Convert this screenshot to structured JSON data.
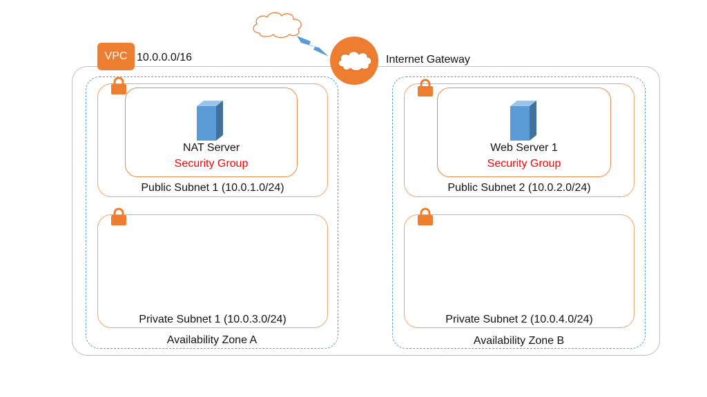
{
  "vpc": {
    "tag": "VPC",
    "cidr": "10.0.0.0/16"
  },
  "internet_gateway": {
    "label": "Internet Gateway"
  },
  "zones": [
    {
      "label": "Availability Zone A",
      "public_subnet": {
        "label": "Public Subnet 1 (10.0.1.0/24)"
      },
      "server": {
        "label": "NAT Server",
        "group": "Security Group"
      },
      "private_subnet": {
        "label": "Private Subnet 1 (10.0.3.0/24)"
      }
    },
    {
      "label": "Availability Zone B",
      "public_subnet": {
        "label": "Public Subnet 2 (10.0.2.0/24)"
      },
      "server": {
        "label": "Web Server 1",
        "group": "Security Group"
      },
      "private_subnet": {
        "label": "Private Subnet 2 (10.0.4.0/24)"
      }
    }
  ],
  "colors": {
    "orange": "#ed7d31",
    "subnet_border": "#f4a46a",
    "zone_border": "#5b9bd5",
    "server_blue": "#5b9bd5",
    "security_group_text": "#ff0000"
  },
  "icons": [
    "cloud-icon",
    "lightning-icon",
    "internet-gateway-icon",
    "lock-icon",
    "server-icon"
  ]
}
